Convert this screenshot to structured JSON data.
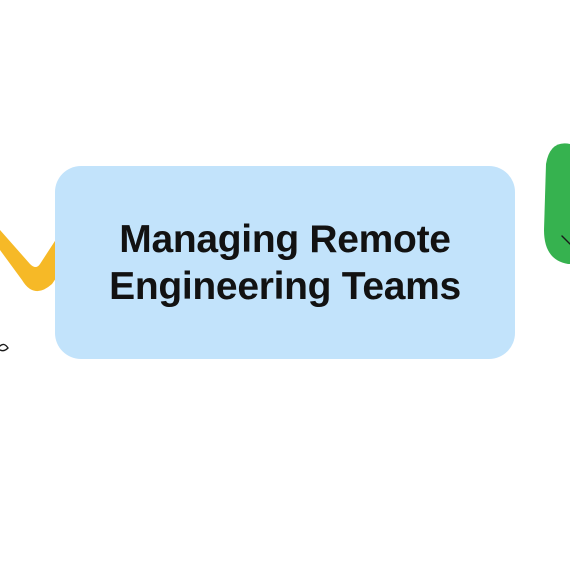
{
  "title": {
    "line1": "Managing Remote",
    "line2": "Engineering Teams"
  },
  "colors": {
    "background": "#ffffff",
    "card": "#c2e3fb",
    "title_text": "#121212",
    "arm_sleeve": "#f6b927",
    "green_shape": "#36b24f",
    "outline": "#1a1a1a"
  },
  "icons": {
    "left": "waving-arm-illustration",
    "right": "green-leaf-illustration"
  }
}
